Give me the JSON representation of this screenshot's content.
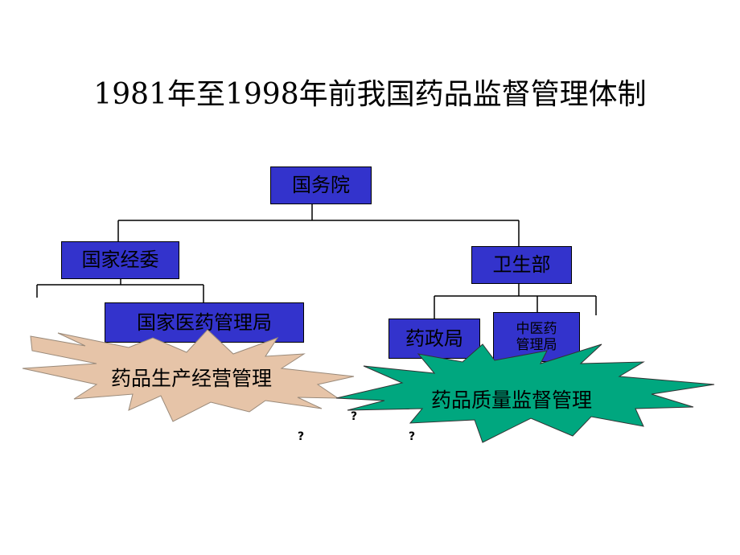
{
  "title": "1981年至1998年前我国药品监督管理体制",
  "nodes": {
    "state_council": "国务院",
    "econ_commission": "国家经委",
    "health_ministry": "卫生部",
    "medicine_bureau": "国家医药管理局",
    "drug_admin_bureau": "药政局",
    "tcm_bureau_line1": "中医药",
    "tcm_bureau_line2": "管理局"
  },
  "bursts": {
    "production": "药品生产经营管理",
    "quality": "药品质量监督管理"
  },
  "marks": {
    "q1": "?",
    "q2": "?",
    "q3": "?"
  },
  "colors": {
    "box_fill": "#3333cc",
    "burst_left": "#e6c4a8",
    "burst_right": "#00a77f"
  }
}
